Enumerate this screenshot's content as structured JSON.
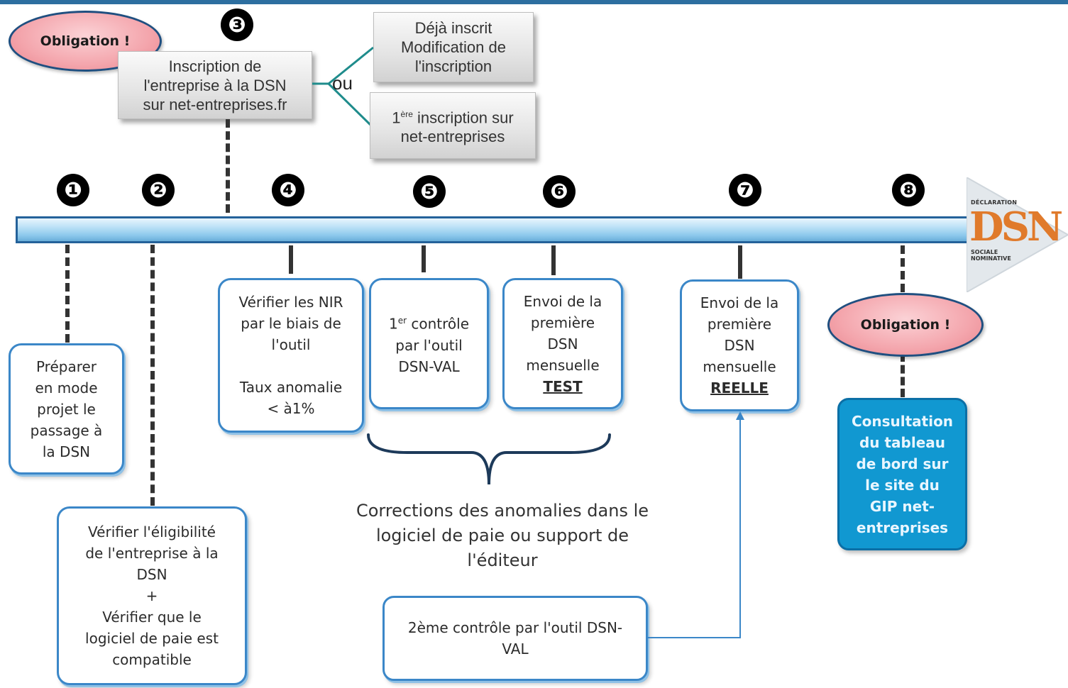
{
  "obligation_label": "Obligation !",
  "step3": {
    "number": "❸",
    "box_text": [
      "Inscription de",
      "l'entreprise à la DSN",
      "sur net-entreprises.fr"
    ],
    "or_label": "ou",
    "option_a": [
      "Déjà inscrit",
      "Modification de",
      "l'inscription"
    ],
    "option_b_line1_pre": "1",
    "option_b_line1_sup": "ère",
    "option_b_line1_post": " inscription sur",
    "option_b_line2": "net-entreprises"
  },
  "numbers": [
    "❶",
    "❷",
    "❹",
    "❺",
    "❻",
    "❼",
    "❽"
  ],
  "step1": [
    "Préparer",
    "en mode",
    "projet le",
    "passage à",
    "la DSN"
  ],
  "step2": [
    "Vérifier l'éligibilité",
    "de l'entreprise à la",
    "DSN",
    "+",
    "Vérifier que le",
    "logiciel de paie est",
    "compatible"
  ],
  "step4": [
    "Vérifier les NIR",
    "par le biais de",
    "l'outil",
    "",
    "Taux anomalie",
    "< à1%"
  ],
  "step5": {
    "pre": "1",
    "sup": "er",
    "post": " contrôle",
    "lines": [
      "par l'outil",
      "DSN-VAL"
    ]
  },
  "step6": [
    "Envoi de la",
    "première",
    "DSN",
    "mensuelle",
    "TEST"
  ],
  "step7": [
    "Envoi de la",
    "première",
    "DSN",
    "mensuelle",
    "REELLE"
  ],
  "step8": [
    "Consultation",
    "du tableau",
    "de bord sur",
    "le site du",
    "GIP net-",
    "entreprises"
  ],
  "corrections": [
    "Corrections des anomalies dans le",
    "logiciel de paie ou support de",
    "l'éditeur"
  ],
  "second_check": [
    "2ème contrôle par l'outil DSN-",
    "VAL"
  ],
  "logo": {
    "top": "DÉCLARATION",
    "mark": "DSN",
    "bottom1": "SOCIALE",
    "bottom2": "NOMINATIVE"
  },
  "colors": {
    "timeline": "#8cc8ec",
    "box_border": "#3b87c8",
    "blue_box": "#1198d1",
    "obligation": "#f4a6ad",
    "logo": "#e07a2b"
  }
}
